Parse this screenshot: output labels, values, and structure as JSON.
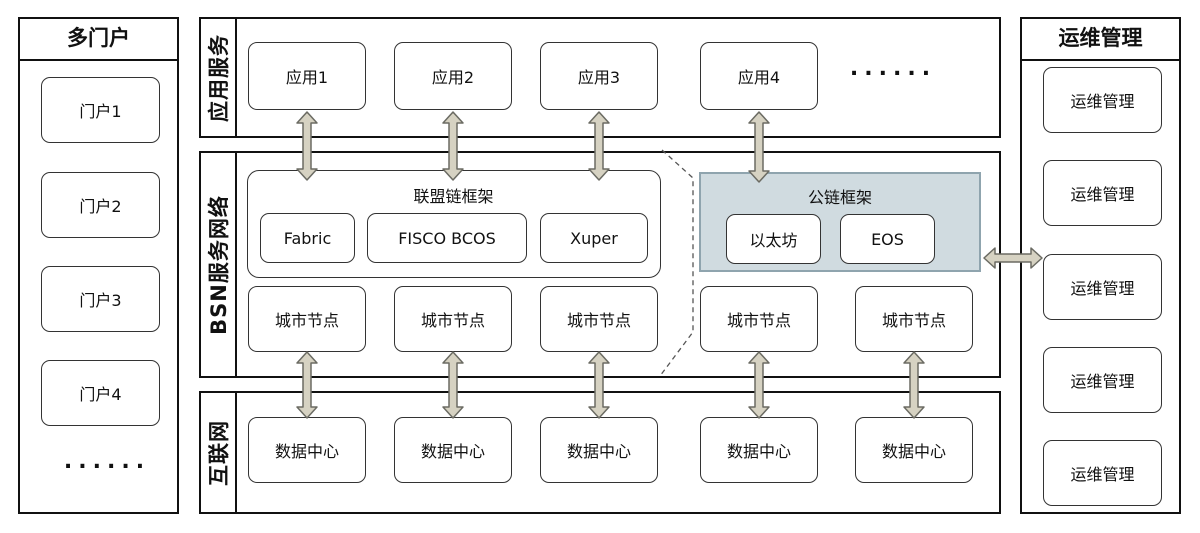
{
  "left_panel": {
    "title": "多门户",
    "portals": [
      "门户1",
      "门户2",
      "门户3",
      "门户4"
    ],
    "more": "......"
  },
  "right_panel": {
    "title": "运维管理",
    "items": [
      "运维管理",
      "运维管理",
      "运维管理",
      "运维管理",
      "运维管理"
    ]
  },
  "app_layer": {
    "label": "应用服务",
    "apps": [
      "应用1",
      "应用2",
      "应用3",
      "应用4"
    ],
    "more": "......"
  },
  "bsn_layer": {
    "label": "BSN服务网络",
    "consortium": {
      "title": "联盟链框架",
      "frameworks": [
        "Fabric",
        "FISCO BCOS",
        "Xuper"
      ]
    },
    "public": {
      "title": "公链框架",
      "frameworks": [
        "以太坊",
        "EOS"
      ]
    },
    "city_nodes": [
      "城市节点",
      "城市节点",
      "城市节点",
      "城市节点",
      "城市节点"
    ]
  },
  "internet_layer": {
    "label": "互联网",
    "data_centers": [
      "数据中心",
      "数据中心",
      "数据中心",
      "数据中心",
      "数据中心"
    ]
  },
  "colors": {
    "arrow_fill": "#d6d2c2",
    "arrow_stroke": "#6b6b63",
    "public_chain_bg": "#d0dbe0",
    "public_chain_border": "#8fa4ae"
  }
}
